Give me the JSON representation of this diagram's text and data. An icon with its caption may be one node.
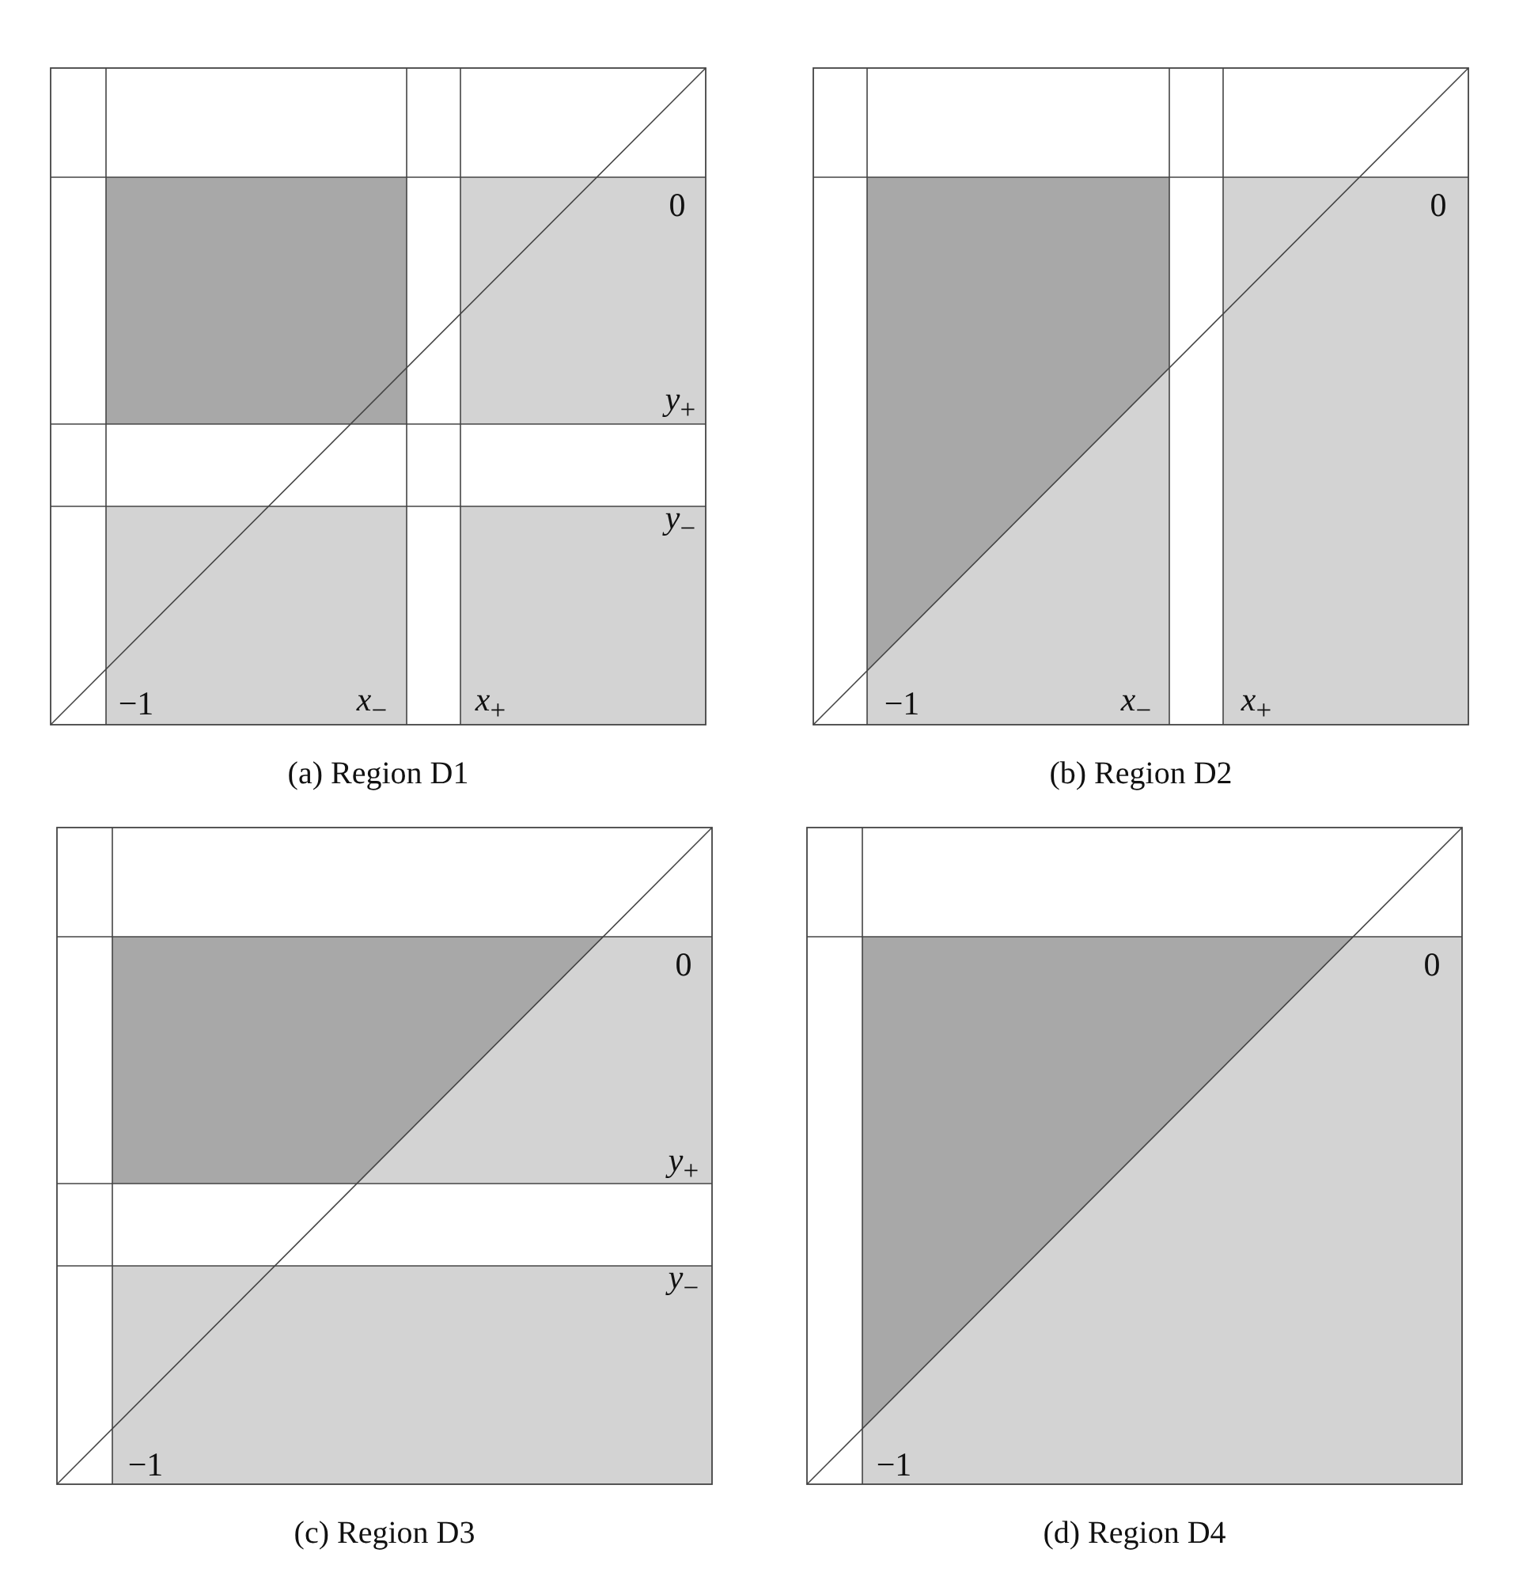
{
  "diagram": {
    "labels": [
      "0",
      "*y*$_{+}$",
      "*y*$_{−}$",
      "−1",
      "*x*$_{−}$",
      "*x*$_{+}$",
      "(a) Region D1",
      "0",
      "−1",
      "*x*$_{−}$",
      "*x*$_{+}$",
      "(b) Region D2",
      "0",
      "*y*$_{+}$",
      "*y*$_{−}$",
      "−1",
      "(c) Region D3",
      "0",
      "−1",
      "(d) Region D4"
    ]
  }
}
